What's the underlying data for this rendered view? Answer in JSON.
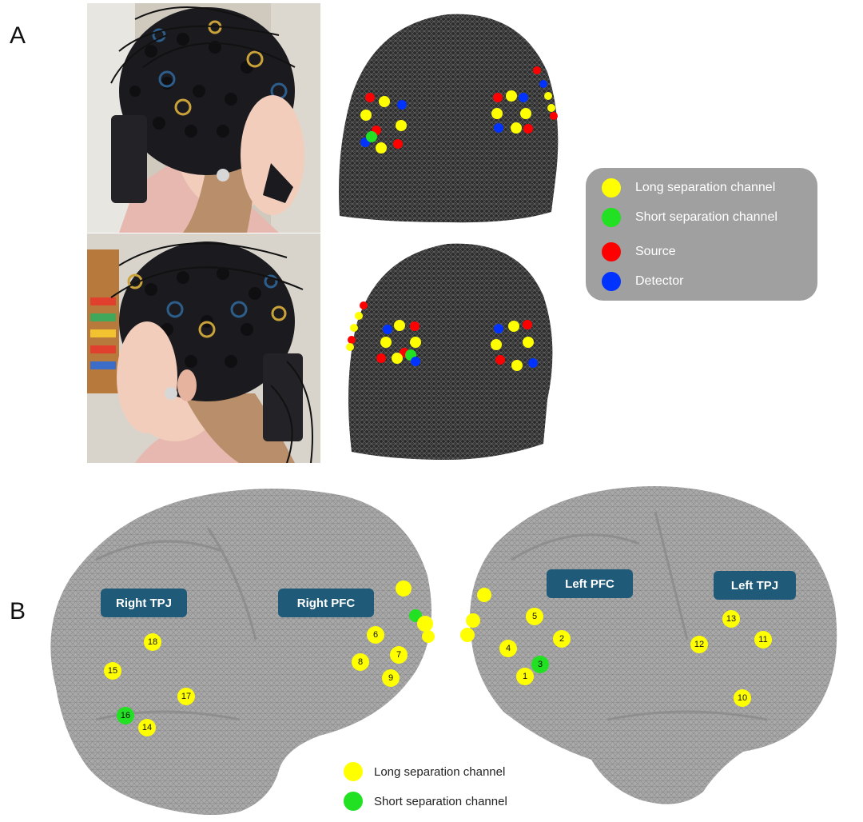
{
  "panels": {
    "a": "A",
    "b": "B"
  },
  "colors": {
    "long": "#ffff00",
    "short": "#22e022",
    "source": "#ff0000",
    "detector": "#0033ff",
    "region_box": "#1f5a78",
    "legend_box": "#a0a0a0"
  },
  "legend": {
    "items": [
      {
        "label": "Long separation channel",
        "color": "#ffff00"
      },
      {
        "label": "Short separation channel",
        "color": "#22e022"
      },
      {
        "label": "Source",
        "color": "#ff0000"
      },
      {
        "label": "Detector",
        "color": "#0033ff"
      }
    ]
  },
  "regions": {
    "right_tpj": "Right TPJ",
    "right_pfc": "Right PFC",
    "left_pfc": "Left PFC",
    "left_tpj": "Left TPJ"
  },
  "channels": [
    {
      "label": "1",
      "type": "long"
    },
    {
      "label": "2",
      "type": "long"
    },
    {
      "label": "3",
      "type": "short"
    },
    {
      "label": "4",
      "type": "long"
    },
    {
      "label": "5",
      "type": "long"
    },
    {
      "label": "6",
      "type": "long"
    },
    {
      "label": "7",
      "type": "long"
    },
    {
      "label": "8",
      "type": "long"
    },
    {
      "label": "9",
      "type": "long"
    },
    {
      "label": "10",
      "type": "long"
    },
    {
      "label": "11",
      "type": "long"
    },
    {
      "label": "12",
      "type": "long"
    },
    {
      "label": "13",
      "type": "long"
    },
    {
      "label": "14",
      "type": "long"
    },
    {
      "label": "15",
      "type": "long"
    },
    {
      "label": "16",
      "type": "short"
    },
    {
      "label": "17",
      "type": "long"
    },
    {
      "label": "18",
      "type": "long"
    }
  ],
  "bottom_legend": {
    "long_label": "Long separation channel",
    "short_label": "Short separation channel"
  }
}
